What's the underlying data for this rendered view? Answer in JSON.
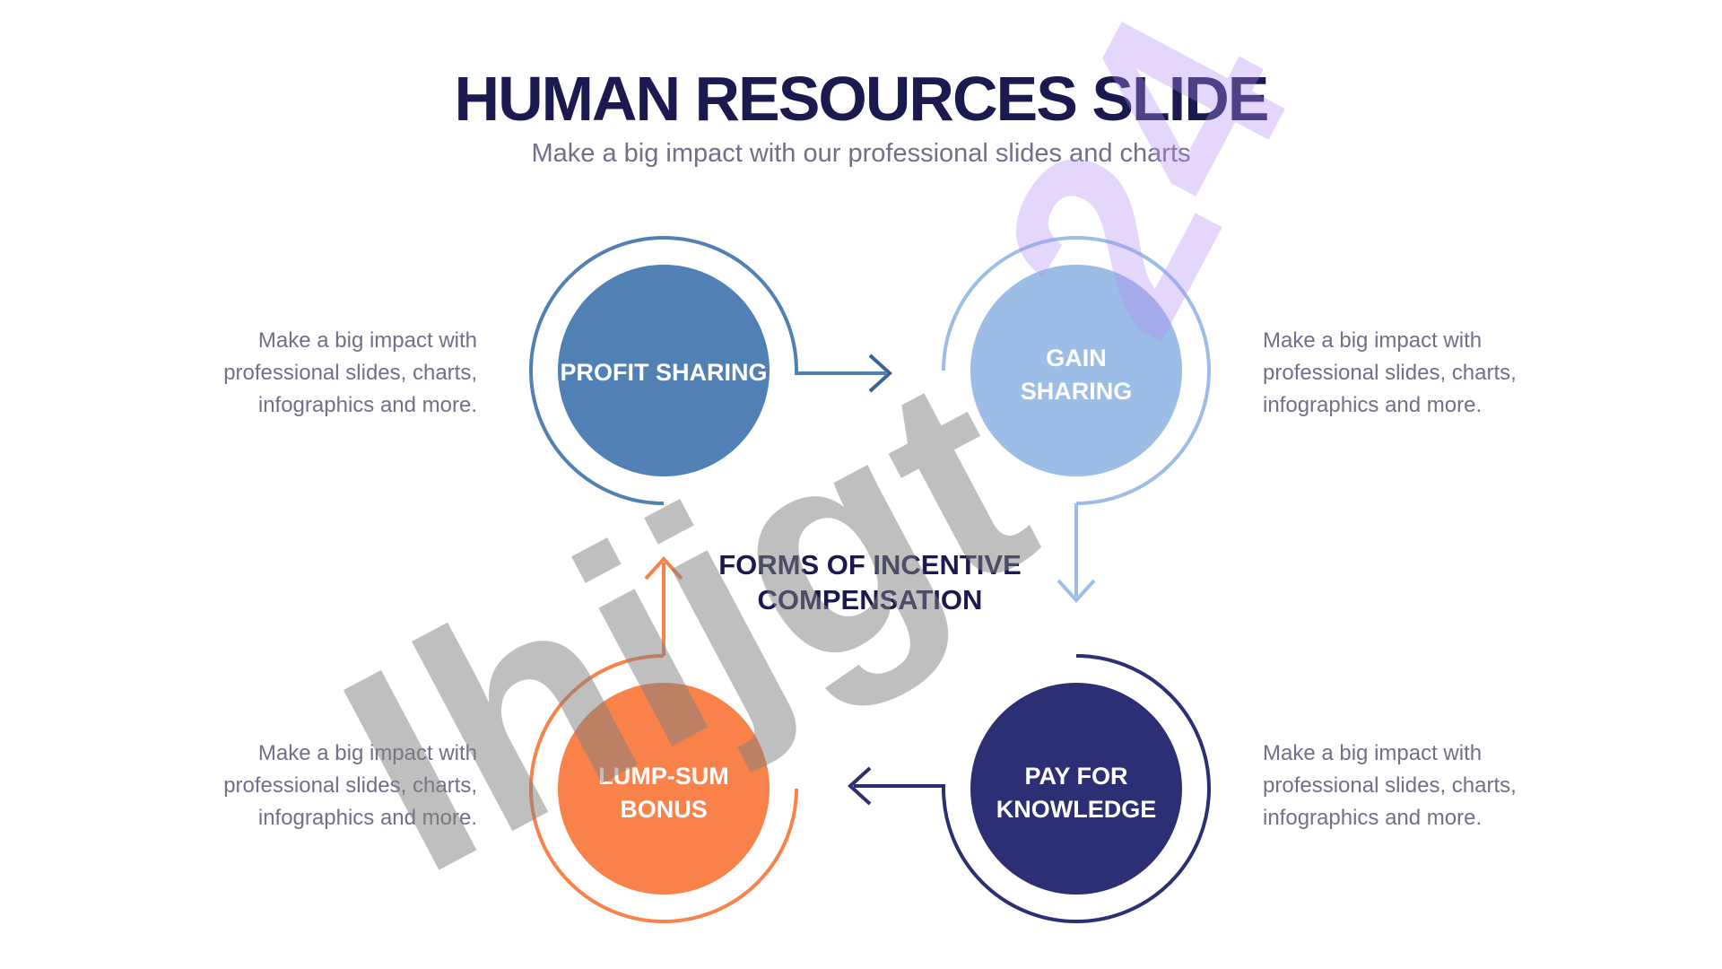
{
  "header": {
    "title": "HUMAN RESOURCES SLIDE",
    "subtitle": "Make a big impact with our professional slides and charts"
  },
  "center_label": {
    "line1": "FORMS OF INCENTIVE",
    "line2": "COMPENSATION"
  },
  "nodes": {
    "profit_sharing": {
      "line1": "PROFIT SHARING",
      "color": "#5080b4"
    },
    "gain_sharing": {
      "line1": "GAIN",
      "line2": "SHARING",
      "color": "#9bbde6"
    },
    "pay_for_knowledge": {
      "line1": "PAY FOR",
      "line2": "KNOWLEDGE",
      "color": "#2c2f73"
    },
    "lump_sum_bonus": {
      "line1": "LUMP-SUM",
      "line2": "BONUS",
      "color": "#f9824a"
    }
  },
  "descriptions": {
    "top_left": {
      "line1": "Make a big impact with",
      "line2": "professional slides, charts,",
      "line3": "infographics and more."
    },
    "top_right": {
      "line1": "Make a big impact with",
      "line2": "professional slides, charts,",
      "line3": "infographics and more."
    },
    "bottom_left": {
      "line1": "Make a big impact with",
      "line2": "professional slides, charts,",
      "line3": "infographics and more."
    },
    "bottom_right": {
      "line1": "Make a big impact with",
      "line2": "professional slides, charts,",
      "line3": "infographics and more."
    }
  },
  "watermark": {
    "text": "Ihijgt",
    "accent": "24"
  }
}
